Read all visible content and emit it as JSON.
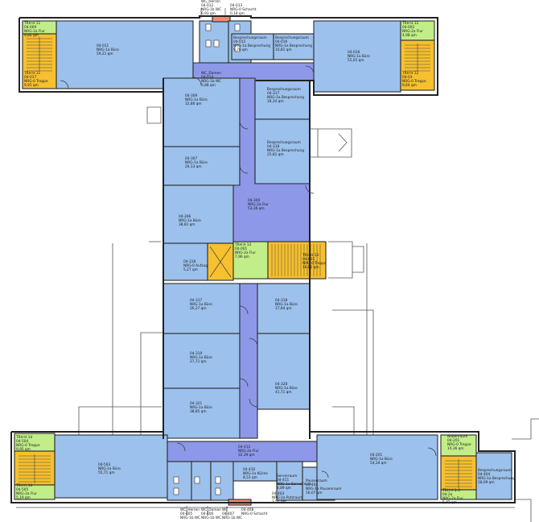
{
  "colors": {
    "office": "#9cc1ec",
    "corridor": "#8e98e9",
    "stair": "#f6c02e",
    "landing": "#c1ee88",
    "wc": "#9cc1ec",
    "shaft": "#ef8c74"
  },
  "rooms": [
    {
      "id": "r-northwest-office",
      "lines": [
        "04-011",
        "NRG-1a Büro",
        "59,21 qm"
      ]
    },
    {
      "id": "r-stair-nw-flur",
      "lines": [
        "TRH H 11",
        "04-009",
        "NRG-2a Flur",
        "9,84 qm"
      ]
    },
    {
      "id": "r-stair-nw-treppe",
      "lines": [
        "TRH H 11",
        "04-017",
        "NRG-0 Treppe",
        "9,91 qm"
      ]
    },
    {
      "id": "r-wc-herren-top",
      "lines": [
        "WC_Herren",
        "04-012",
        "NRG-1b WC",
        "6,93 qm"
      ]
    },
    {
      "id": "r-schacht-top",
      "lines": [
        "04-013",
        "NRG-0 Schacht",
        "0,18 qm"
      ]
    },
    {
      "id": "r-wc-damen-top",
      "lines": [
        "WC_Damen",
        "04-014",
        "NRG-1b WC",
        "5,88 qm"
      ]
    },
    {
      "id": "r-meeting-top-1",
      "lines": [
        "Besprechungsraum",
        "04-015",
        "NRG-1a Besprechung",
        "9,76 qm"
      ]
    },
    {
      "id": "r-meeting-top-2",
      "lines": [
        "Besprechungsraum",
        "04-016",
        "NRG-1a Besprechung",
        "10,81 qm"
      ]
    },
    {
      "id": "r-northeast-office",
      "lines": [
        "04-018",
        "NRG-1a Büro",
        "55,01 qm"
      ]
    },
    {
      "id": "r-stair-ne-flur",
      "lines": [
        "TRH H 12",
        "04-002",
        "NRG-2a Flur",
        "4,98 qm"
      ]
    },
    {
      "id": "r-stair-ne-treppe",
      "lines": [
        "TRH H 12",
        "04-03",
        "NRG-0 Treppe",
        "9,64 qm"
      ]
    },
    {
      "id": "r-office-309",
      "lines": [
        "04-309",
        "NRG-1a Büro",
        "32,86 qm"
      ]
    },
    {
      "id": "r-meeting-317",
      "lines": [
        "Besprechungsraum",
        "04-317",
        "NRG-1a Besprechung",
        "18,34 qm"
      ]
    },
    {
      "id": "r-office-307",
      "lines": [
        "04-307",
        "NRG-1a Büro",
        "20,13 qm"
      ]
    },
    {
      "id": "r-meeting-318",
      "lines": [
        "Besprechungsraum",
        "04-318",
        "NRG-1a Besprechung",
        "25,81 qm"
      ]
    },
    {
      "id": "r-corridor-300",
      "lines": [
        "04-300",
        "NRG-2a Flur",
        "53,36 qm"
      ]
    },
    {
      "id": "r-office-306",
      "lines": [
        "04-306",
        "NRG-1a Büro",
        "38,81 qm"
      ]
    },
    {
      "id": "r-aufzug",
      "lines": [
        "04-318",
        "NRG-0 Aufzug",
        "5,27 qm"
      ]
    },
    {
      "id": "r-landing-mid",
      "lines": [
        "TRH H 13",
        "04-001",
        "NRG-2a Flur",
        "7,96 qm"
      ]
    },
    {
      "id": "r-stair-mid",
      "lines": [
        "TRH H 13",
        "04-001",
        "NRG-0 Treppe",
        "16,82 qm"
      ]
    },
    {
      "id": "r-office-317",
      "lines": [
        "04-317",
        "NRG-1a Büro",
        "26,27 qm"
      ]
    },
    {
      "id": "r-office-318",
      "lines": [
        "04-318",
        "NRG-1a Büro",
        "17,84 qm"
      ]
    },
    {
      "id": "r-office-319",
      "lines": [
        "04-319",
        "NRG-1a Büro",
        "27,71 qm"
      ]
    },
    {
      "id": "r-office-328",
      "lines": [
        "04-328",
        "NRG-1a Büro",
        "41,71 qm"
      ]
    },
    {
      "id": "r-office-321",
      "lines": [
        "04-321",
        "NRG-1a Büro",
        "38,85 qm"
      ]
    },
    {
      "id": "r-southwest-office",
      "lines": [
        "04-503",
        "NRG-1a Büro",
        "55,71 qm"
      ]
    },
    {
      "id": "r-stair-sw-treppe",
      "lines": [
        "TRH H 14",
        "04-504",
        "NRG-0 Treppe",
        "9,95 qm"
      ]
    },
    {
      "id": "r-stair-sw-flur",
      "lines": [
        "TRH H 14",
        "04-505",
        "NRG-2a Flur",
        "5,19 qm"
      ]
    },
    {
      "id": "r-corridor-south",
      "lines": [
        "04-412",
        "NRG-2a Flur",
        "32,39 qm"
      ]
    },
    {
      "id": "r-kueche",
      "lines": [
        "04-410",
        "NRG-1a Küche",
        "8,51 qm"
      ]
    },
    {
      "id": "r-serverraum",
      "lines": [
        "Serverraum",
        "04-411",
        "NRG-1a Serverraum",
        "4,89 qm"
      ]
    },
    {
      "id": "r-putzraum",
      "lines": [
        "04-403",
        "NRG-1a Putzraum",
        "2,55 qm"
      ]
    },
    {
      "id": "r-pausenraum",
      "lines": [
        "Pausenraum",
        "04-404",
        "NRG-1a Pausenraum",
        "16,07 qm"
      ]
    },
    {
      "id": "r-southeast-office",
      "lines": [
        "04-201",
        "NRG-1a Büro",
        "54,34 qm"
      ]
    },
    {
      "id": "r-stair-se-flur",
      "lines": [
        "Nebenraum",
        "04-201",
        "NRG-0 Treppe",
        "10,36 qm"
      ]
    },
    {
      "id": "r-stair-se-treppe",
      "lines": [
        "TRH H 1-3",
        "04-2a",
        "NRG-2a Flur",
        "5,42 qm"
      ]
    },
    {
      "id": "r-meeting-se",
      "lines": [
        "Besprechungsraum",
        "04-404",
        "NRG-1a Besprechung",
        "18,09 qm"
      ]
    },
    {
      "id": "r-wc-herren-bottom",
      "lines": [
        "WC_Herren",
        "04-405",
        "NRG-1b WC"
      ]
    },
    {
      "id": "r-wc-damen-bottom",
      "lines": [
        "WC_Damen",
        "04-406",
        "NRG-1b WC"
      ]
    },
    {
      "id": "r-wc-bottom-3",
      "lines": [
        "WC",
        "04-407",
        "NRG-1b WC"
      ]
    },
    {
      "id": "r-schacht-bottom",
      "lines": [
        "04-408",
        "NRG-0 Schacht"
      ]
    }
  ]
}
